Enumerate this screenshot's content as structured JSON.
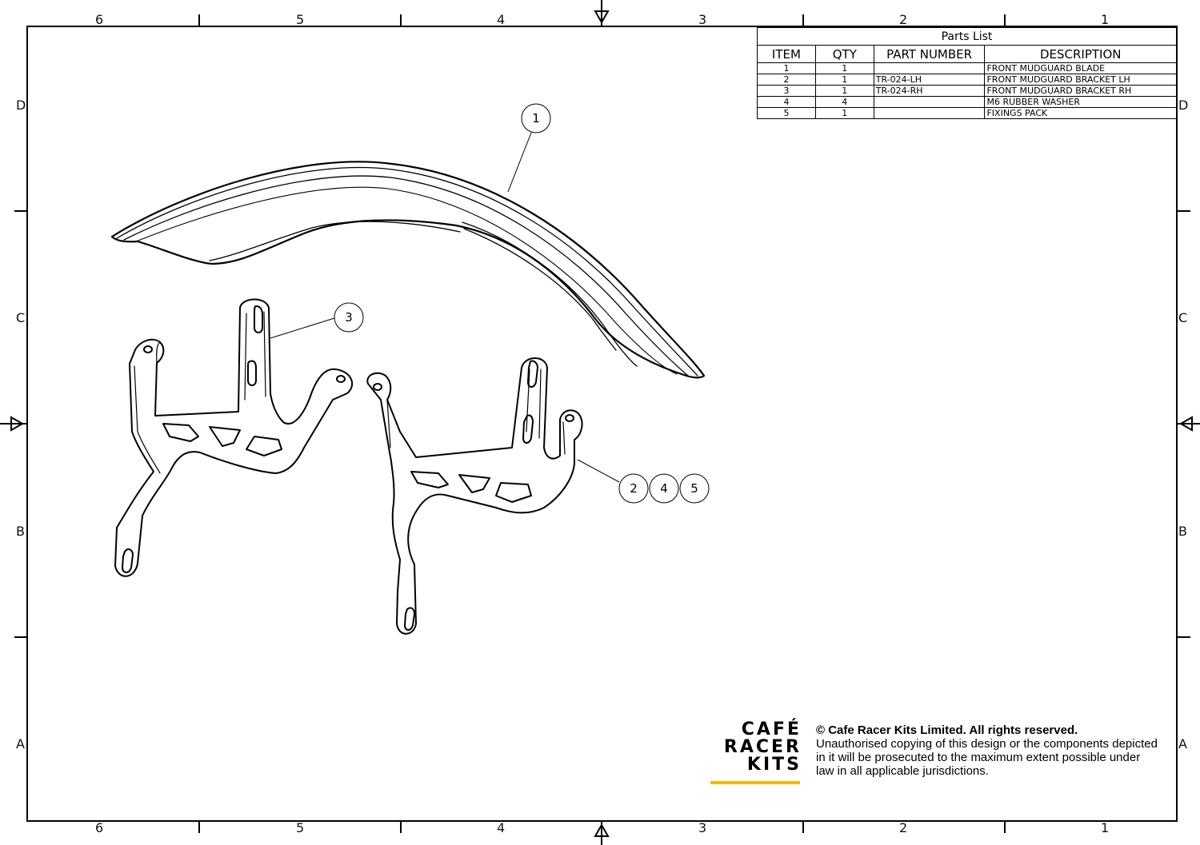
{
  "border": {
    "columns_top": [
      "6",
      "5",
      "4",
      "3",
      "2",
      "1"
    ],
    "columns_bottom": [
      "6",
      "5",
      "4",
      "3",
      "2",
      "1"
    ],
    "rows_left": [
      "D",
      "C",
      "B",
      "A"
    ],
    "rows_right": [
      "D",
      "C",
      "B",
      "A"
    ]
  },
  "parts_list": {
    "title": "Parts List",
    "headers": [
      "ITEM",
      "QTY",
      "PART NUMBER",
      "DESCRIPTION"
    ],
    "rows": [
      {
        "item": "1",
        "qty": "1",
        "part_number": "",
        "description": "FRONT MUDGUARD BLADE"
      },
      {
        "item": "2",
        "qty": "1",
        "part_number": "TR-024-LH",
        "description": "FRONT MUDGUARD BRACKET LH"
      },
      {
        "item": "3",
        "qty": "1",
        "part_number": "TR-024-RH",
        "description": "FRONT MUDGUARD BRACKET RH"
      },
      {
        "item": "4",
        "qty": "4",
        "part_number": "",
        "description": "M6 RUBBER WASHER"
      },
      {
        "item": "5",
        "qty": "1",
        "part_number": "",
        "description": "FIXINGS PACK"
      }
    ]
  },
  "balloons": {
    "blade": "1",
    "bracket_rh": "3",
    "bracket_lh": "2",
    "washer": "4",
    "fixings": "5"
  },
  "logo": {
    "line1": "CAFÉ",
    "line2": "RACER",
    "line3": "KITS",
    "accent_color": "#f5b800"
  },
  "copyright": {
    "title": "© Cafe Racer Kits Limited. All rights reserved.",
    "body": "Unauthorised copying of this design or the components depicted in it will be prosecuted to the maximum extent possible under law in all applicable jurisdictions."
  }
}
